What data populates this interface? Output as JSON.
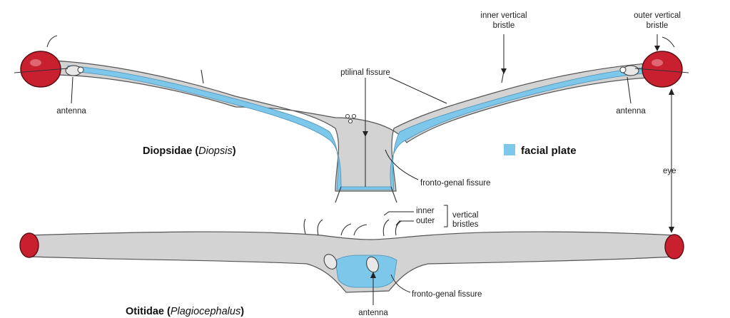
{
  "labels": {
    "inner_vertical_bristle": [
      "inner vertical",
      "bristle"
    ],
    "outer_vertical_bristle": [
      "outer vertical",
      "bristle"
    ],
    "ptilinal_fissure": "ptilinal fissure",
    "antenna_left": "antenna",
    "antenna_right": "antenna",
    "antenna_bottom": "antenna",
    "fronto_genal_top": "fronto-genal fissure",
    "fronto_genal_bottom": "fronto-genal fissure",
    "eye": "eye",
    "inner": "inner",
    "outer": "outer",
    "vertical_bristles": [
      "vertical",
      "bristles"
    ]
  },
  "legend": {
    "label": "facial plate",
    "color": "#7cc7ea"
  },
  "titles": {
    "diopsidae": {
      "family": "Diopsidae",
      "genus": "Diopsis"
    },
    "otitidae": {
      "family": "Otitidae",
      "genus": "Plagiocephalus"
    }
  },
  "colors": {
    "eye": "#c8202f",
    "head": "#d3d3d3",
    "facial_plate": "#7cc7ea"
  }
}
